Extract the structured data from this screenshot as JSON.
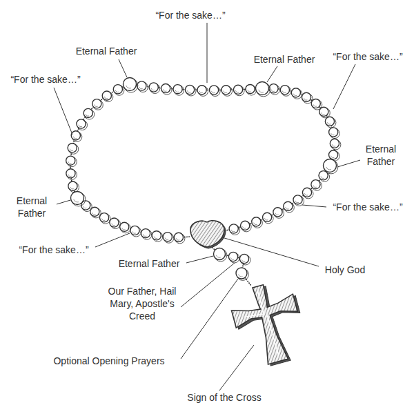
{
  "diagram": {
    "labels": [
      "“For the sake…”",
      "Eternal Father",
      "Eternal Father",
      "“For the sake…”",
      "“For the sake…”",
      "Eternal Father",
      "Eternal Father",
      "“For the sake…”",
      "“For the sake…”",
      "Eternal Father",
      "Holy God",
      "Our Father, Hail Mary, Apostle's Creed",
      "Optional Opening Prayers",
      "Sign of the Cross"
    ]
  }
}
